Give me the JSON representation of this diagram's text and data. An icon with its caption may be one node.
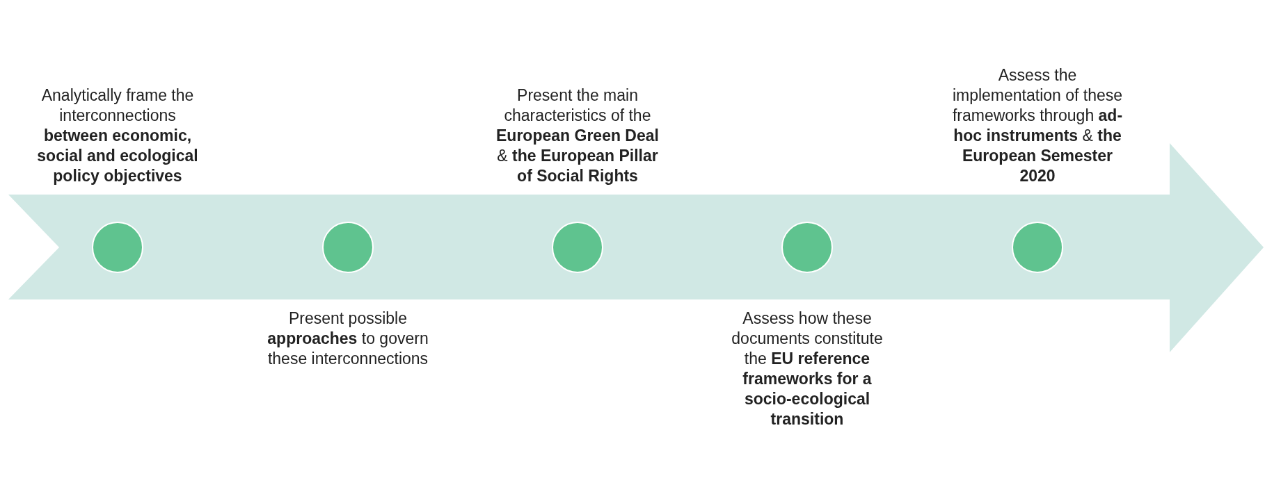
{
  "diagram": {
    "nodes": [
      {
        "text": [],
        "shape": "circle",
        "beside": [
          "Analytically frame the interconnections **between economic, social and ecological policy objectives**"
        ]
      },
      {
        "text": [],
        "shape": "circle",
        "beside": [
          "Present possible **approaches** to govern these interconnections"
        ]
      },
      {
        "text": [],
        "shape": "circle",
        "beside": [
          "Present the main characteristics of the **European Green Deal** & **the European Pillar of Social Rights**"
        ]
      },
      {
        "text": [],
        "shape": "circle",
        "beside": [
          "Assess how these documents constitute the **EU reference frameworks for a socio-ecological transition**"
        ]
      },
      {
        "text": [],
        "shape": "circle",
        "beside": [
          "Assess the implementation of these frameworks through **ad-hoc instruments** & **the European Semester 2020**"
        ]
      }
    ]
  }
}
